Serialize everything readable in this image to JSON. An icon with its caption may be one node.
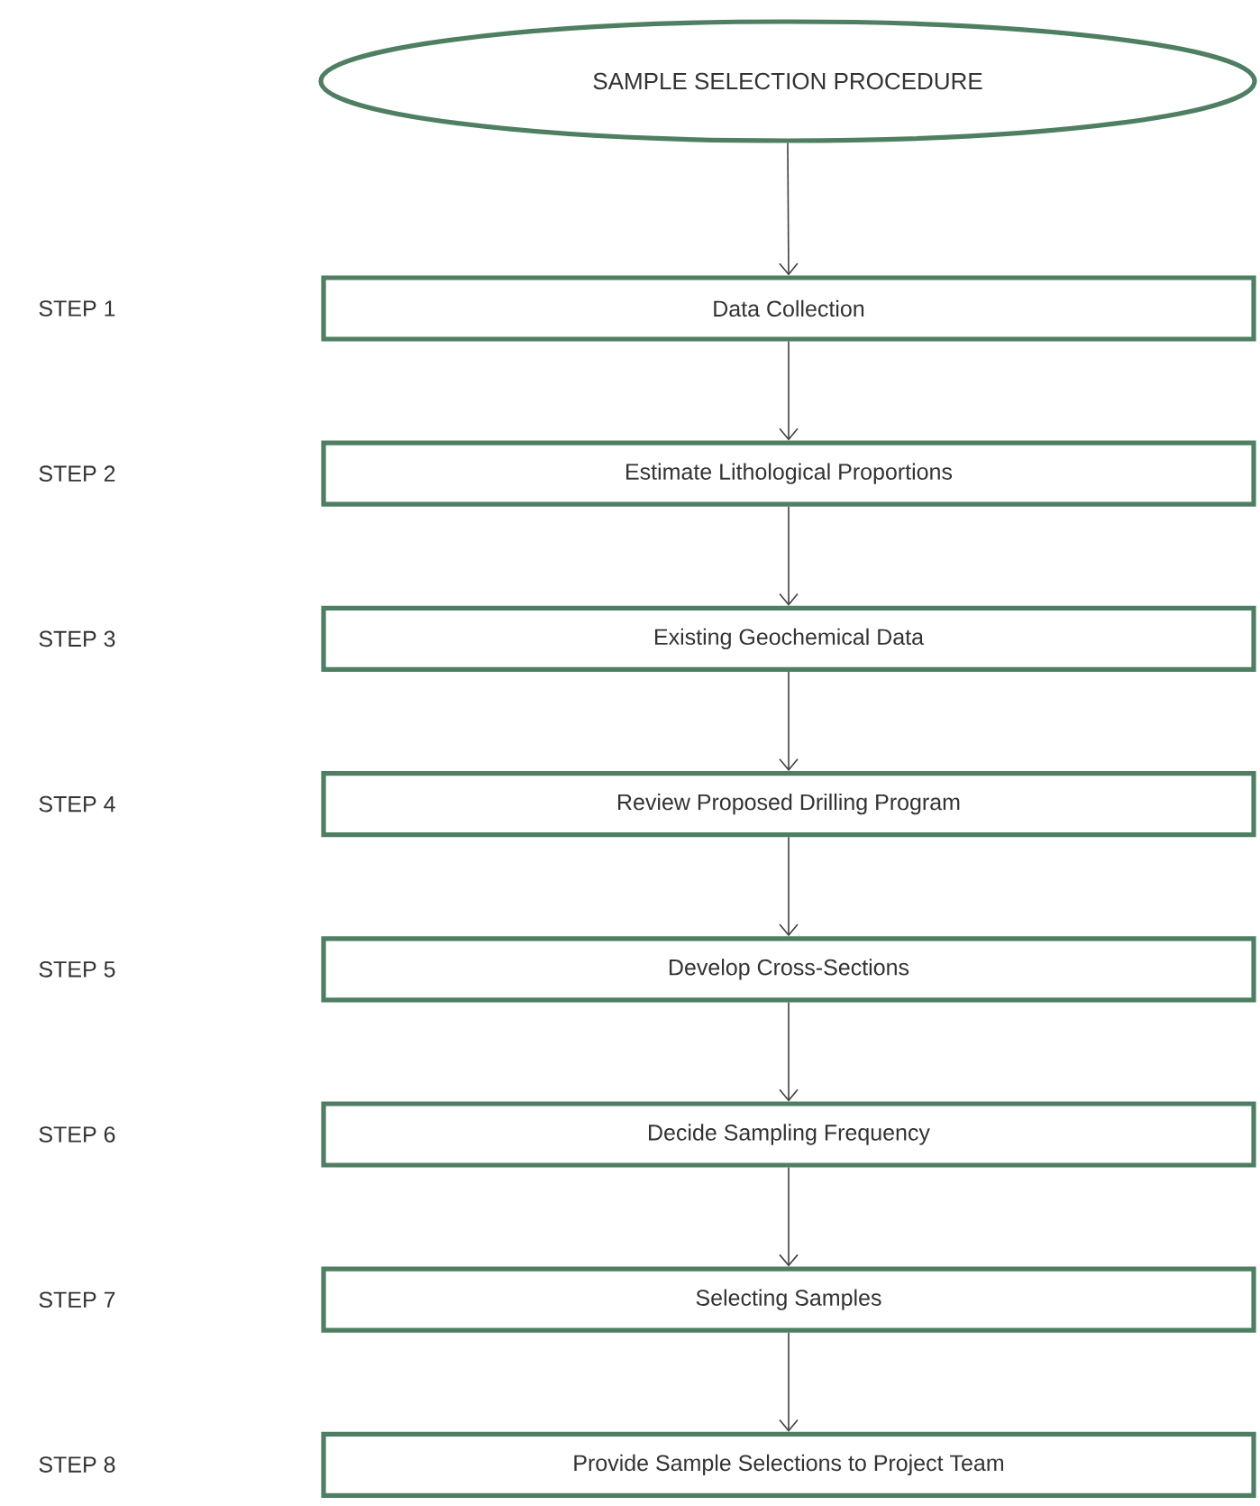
{
  "diagram": {
    "nodes": [
      {
        "text": [
          "SAMPLE SELECTION PROCEDURE"
        ]
      },
      {
        "text": [
          "Data Collection"
        ]
      },
      {
        "text": [
          "Estimate Lithological Proportions"
        ]
      },
      {
        "text": [
          "Existing Geochemical Data"
        ]
      },
      {
        "text": [
          "Review Proposed Drilling Program"
        ]
      },
      {
        "text": [
          "Develop Cross-Sections"
        ]
      },
      {
        "text": [
          "Decide Sampling Frequency"
        ]
      },
      {
        "text": [
          "Selecting Samples"
        ]
      },
      {
        "text": [
          "Provide Sample Selections to Project Team"
        ]
      }
    ],
    "edges": [
      {
        "from": 0,
        "to": 1,
        "arrow": "to"
      },
      {
        "from": 1,
        "to": 2,
        "arrow": "to"
      },
      {
        "from": 2,
        "to": 3,
        "arrow": "to"
      },
      {
        "from": 3,
        "to": 4,
        "arrow": "to"
      },
      {
        "from": 4,
        "to": 5,
        "arrow": "to"
      },
      {
        "from": 5,
        "to": 6,
        "arrow": "to"
      },
      {
        "from": 6,
        "to": 7,
        "arrow": "to"
      },
      {
        "from": 7,
        "to": 8,
        "arrow": "to"
      }
    ],
    "labels": [
      "STEP 1",
      "STEP 2",
      "STEP 3",
      "STEP 4",
      "STEP 5",
      "STEP 6",
      "STEP 7",
      "STEP 8"
    ]
  }
}
